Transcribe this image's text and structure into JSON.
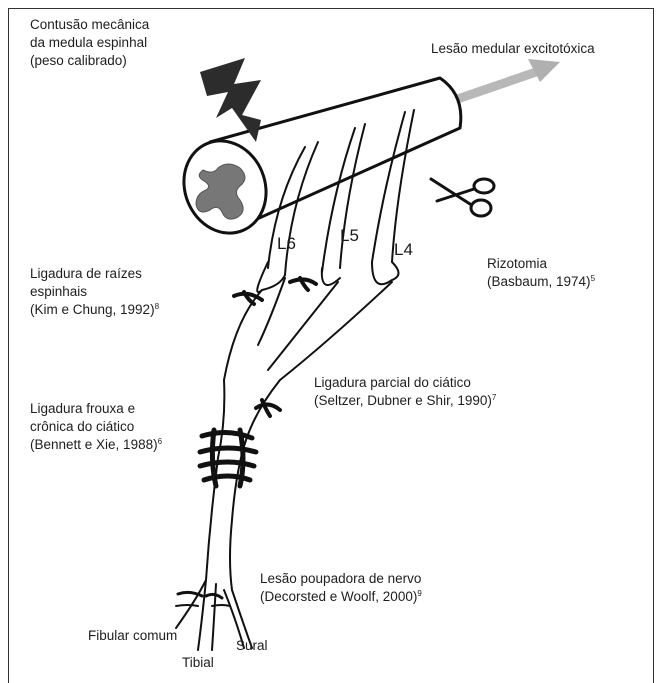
{
  "labels": {
    "contusion": [
      "Contusão mecânica",
      "da medula espinhal",
      "(peso calibrado)"
    ],
    "excitotoxic": "Lesão medular excitotóxica",
    "rhizotomy": {
      "line1": "Rizotomia",
      "line2": "(Basbaum, 1974)",
      "ref": "5"
    },
    "root_ligation": {
      "line1": "Ligadura de raízes",
      "line2": "espinhais",
      "line3": "(Kim e Chung, 1992)",
      "ref": "8"
    },
    "partial_sciatic": {
      "line1": "Ligadura parcial do ciático",
      "line2": "(Seltzer, Dubner e Shir, 1990)",
      "ref": "7"
    },
    "loose_ligation": {
      "line1": "Ligadura frouxa e",
      "line2": "crônica do ciático",
      "line3": "(Bennett e Xie, 1988)",
      "ref": "6"
    },
    "spared_nerve": {
      "line1": "Lesão poupadora de nervo",
      "line2": "(Decorsted e Woolf, 2000)",
      "ref": "9"
    },
    "nerves": {
      "fibular": "Fibular comum",
      "tibial": "Tibial",
      "sural": "Sural"
    },
    "roots": {
      "l6": "L6",
      "l5": "L5",
      "l4": "L4"
    }
  }
}
